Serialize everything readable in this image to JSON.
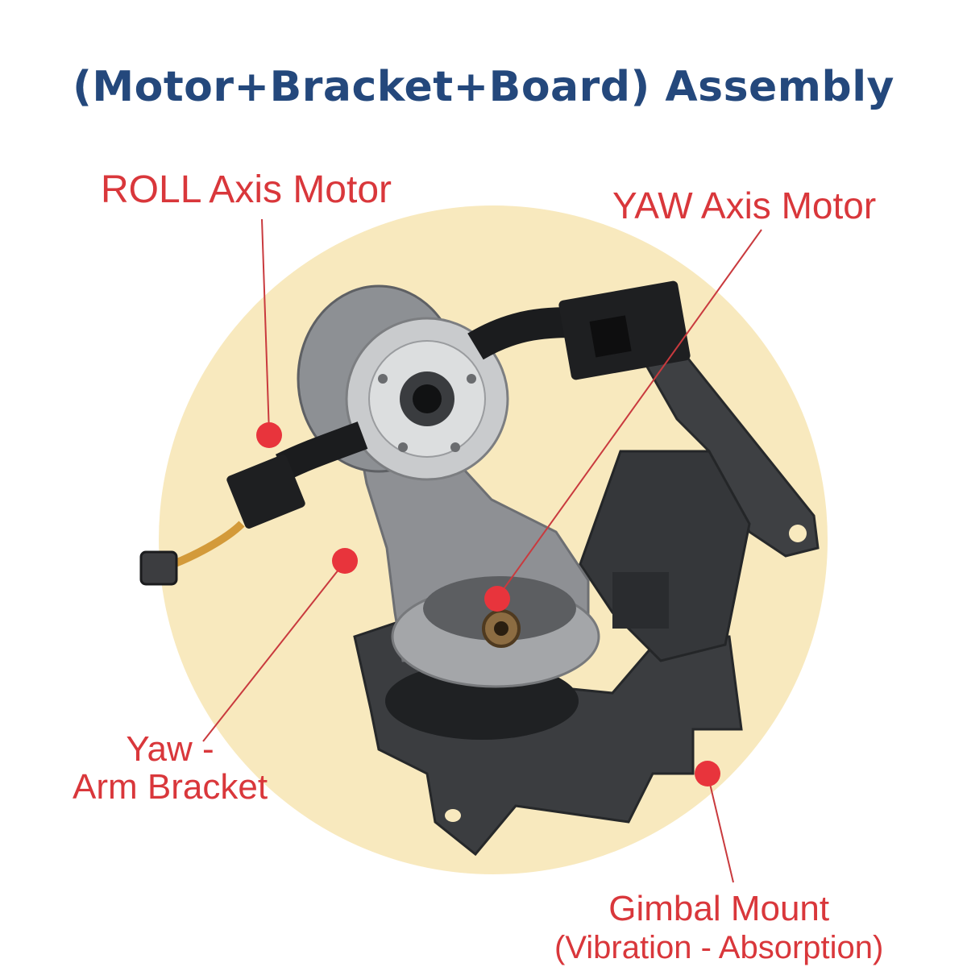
{
  "title": "(Motor+Bracket+Board) Assembly",
  "labels": {
    "roll_axis_motor": "ROLL Axis Motor",
    "yaw_axis_motor": "YAW Axis Motor",
    "yaw_arm_bracket_line1": "Yaw -",
    "yaw_arm_bracket_line2": "Arm Bracket",
    "gimbal_mount_line1": "Gimbal Mount",
    "gimbal_mount_line2": "(Vibration - Absorption)"
  },
  "colors": {
    "title": "#24487c",
    "label": "#d9373b",
    "background_circle": "#f8e9be",
    "marker": "#e8343c"
  }
}
